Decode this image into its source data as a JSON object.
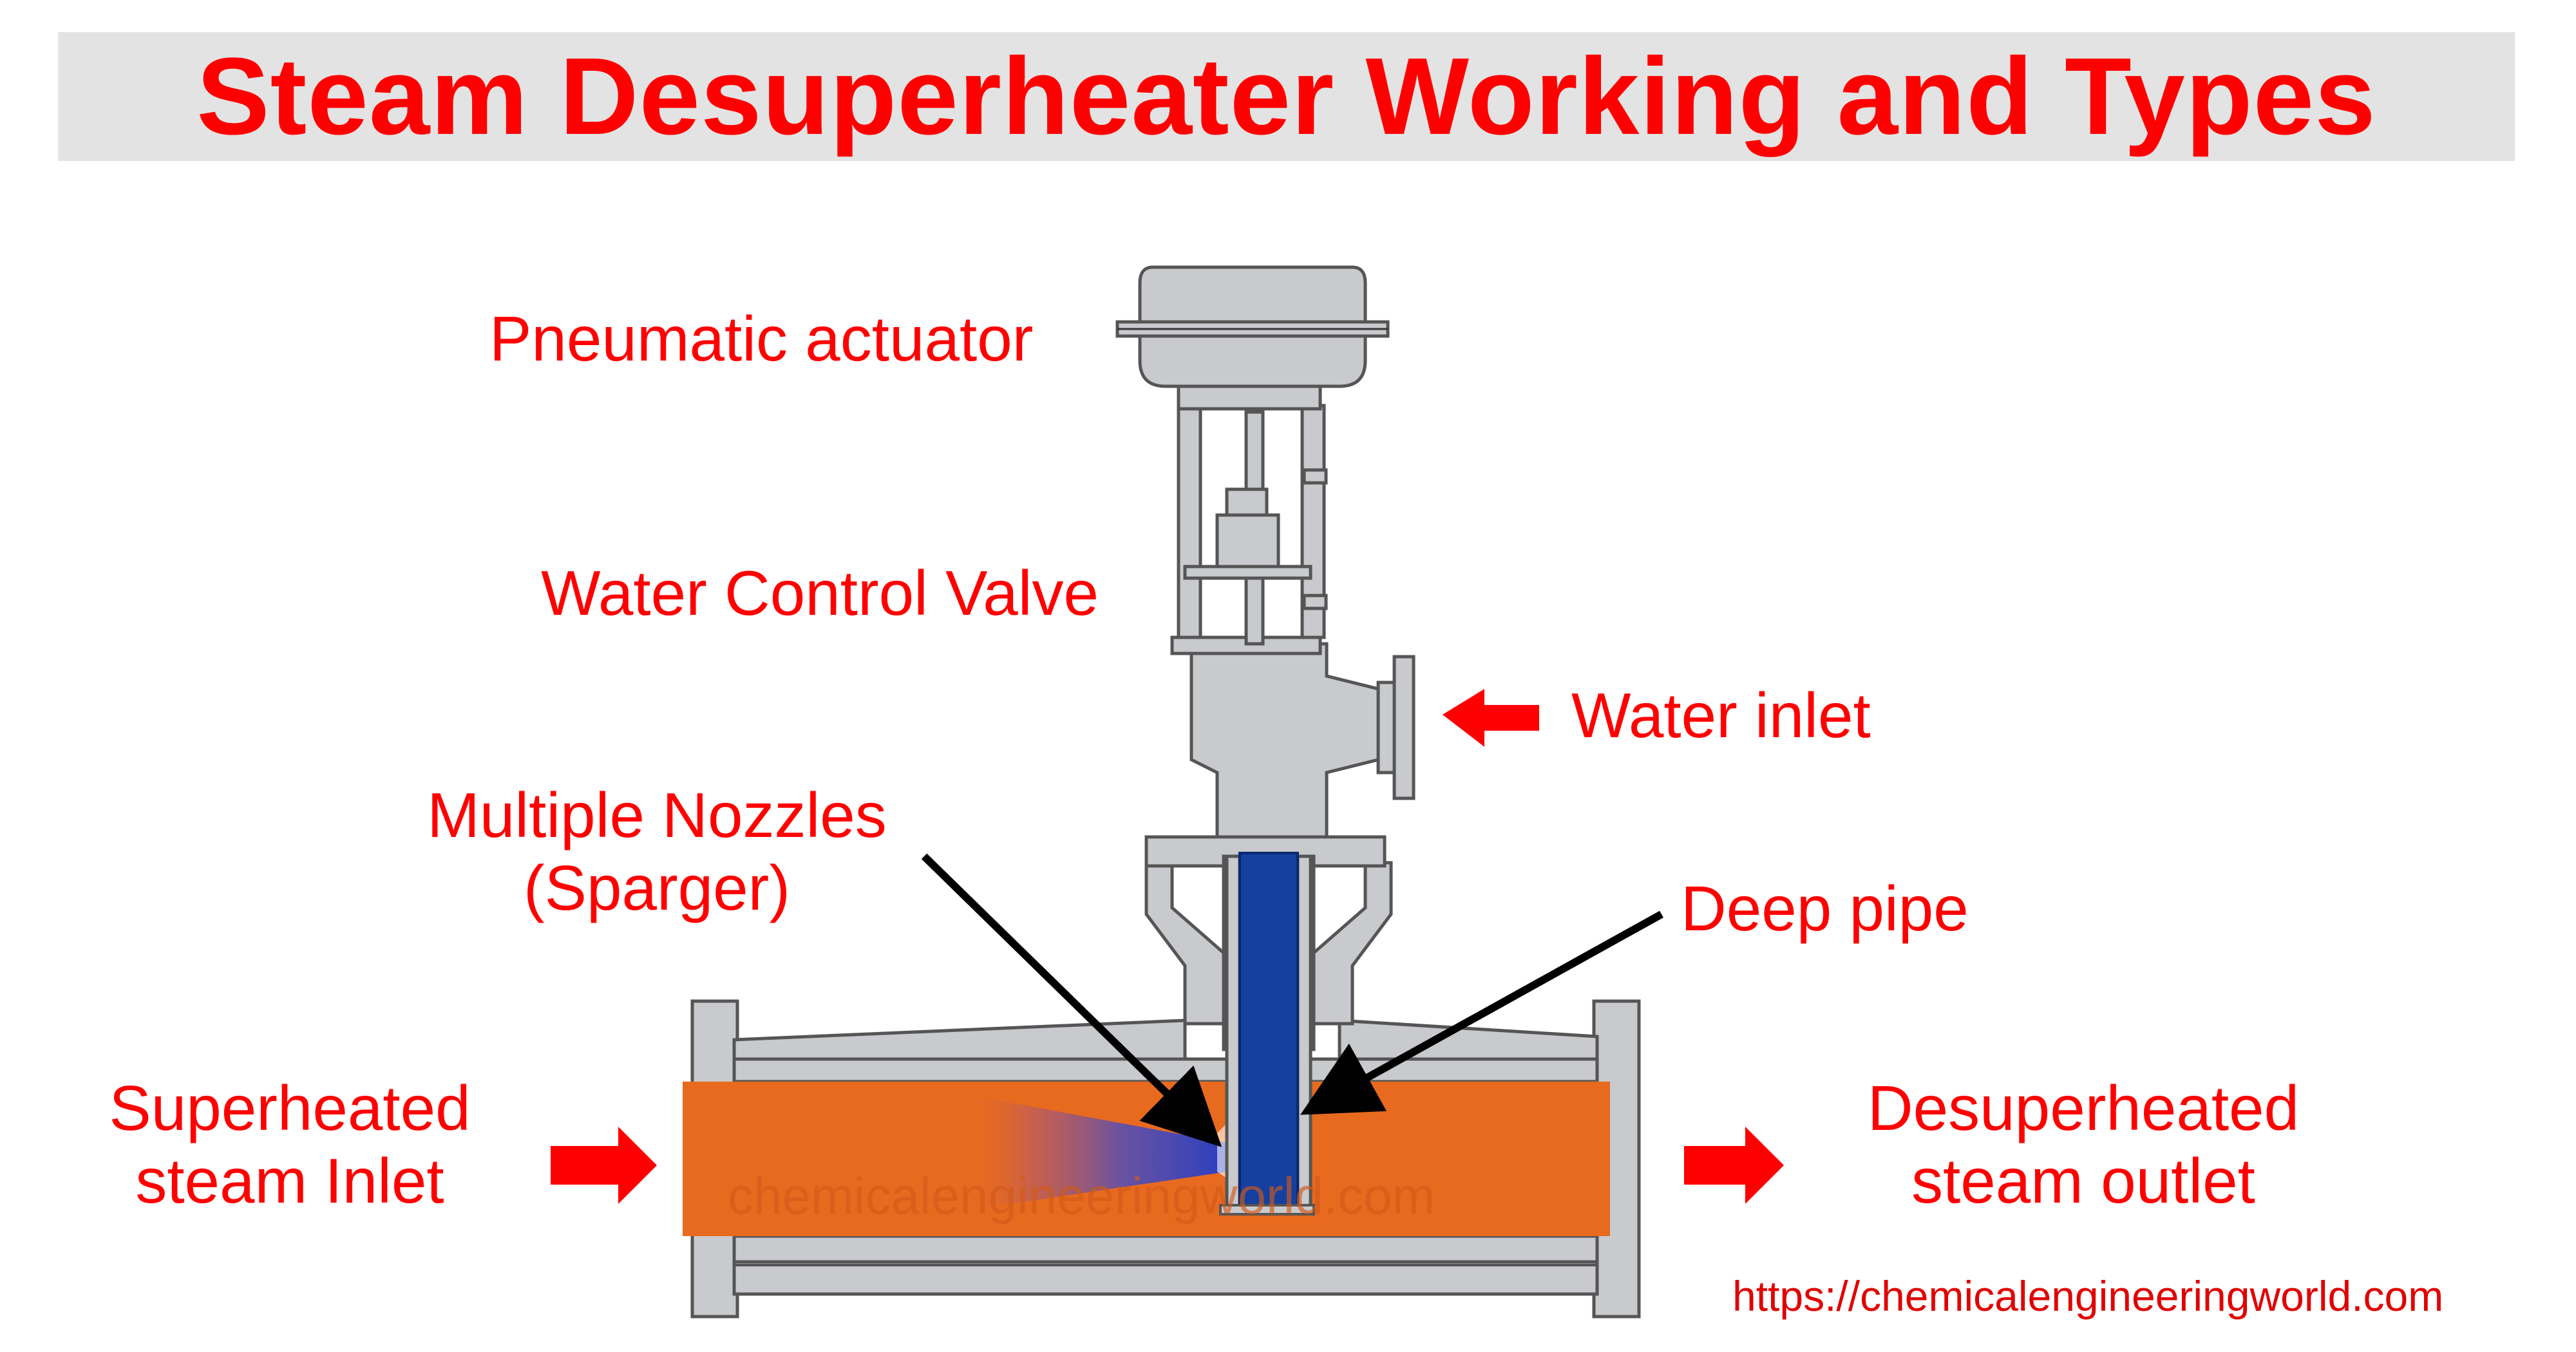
{
  "title": "Steam Desuperheater Working and Types",
  "labels": {
    "pneumatic_actuator": "Pneumatic actuator",
    "water_control_valve": "Water Control Valve",
    "water_inlet": "Water inlet",
    "multiple_nozzles_line1": "Multiple Nozzles",
    "multiple_nozzles_line2": "(Sparger)",
    "deep_pipe": "Deep pipe",
    "superheated_line1": "Superheated",
    "superheated_line2": "steam Inlet",
    "desuperheated_line1": "Desuperheated",
    "desuperheated_line2": "steam outlet"
  },
  "watermark": "chemicalengineeringworld.com",
  "url": "https://chemicalengineeringworld.com",
  "colors": {
    "label_red": "#ff0000",
    "steam_orange": "#e86a1f",
    "deep_pipe_blue": "#1540a0",
    "metal_grey": "#c9cacd",
    "title_band": "#e3e3e3"
  }
}
